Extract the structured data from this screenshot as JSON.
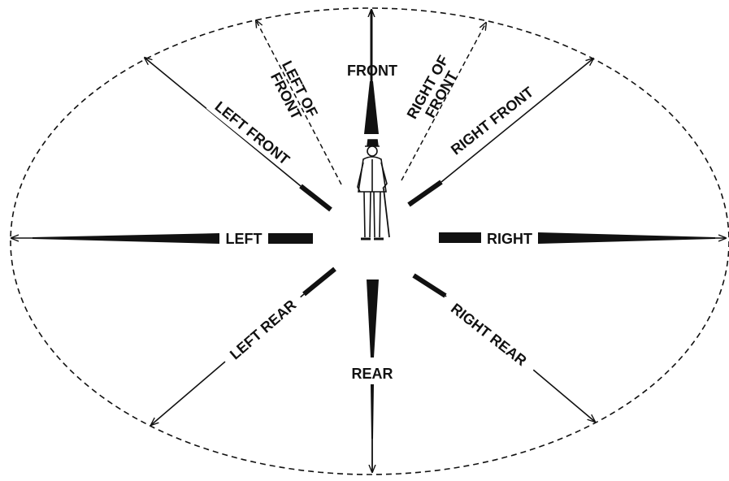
{
  "diagram": {
    "colors": {
      "ink": "#111111",
      "background": "#ffffff"
    },
    "center_figure": {
      "icon": "standing-man-with-cane-icon"
    },
    "directions": [
      {
        "id": "front",
        "label": "FRONT",
        "line": "solid"
      },
      {
        "id": "right-of-front",
        "label_lines": [
          "RIGHT OF",
          "FRONT"
        ],
        "line": "dashed"
      },
      {
        "id": "right-front",
        "label": "RIGHT FRONT",
        "line": "solid"
      },
      {
        "id": "right",
        "label": "RIGHT",
        "line": "solid"
      },
      {
        "id": "right-rear",
        "label": "RIGHT REAR",
        "line": "solid"
      },
      {
        "id": "rear",
        "label": "REAR",
        "line": "solid"
      },
      {
        "id": "left-rear",
        "label": "LEFT REAR",
        "line": "solid"
      },
      {
        "id": "left",
        "label": "LEFT",
        "line": "solid"
      },
      {
        "id": "left-front",
        "label": "LEFT FRONT",
        "line": "solid"
      },
      {
        "id": "left-of-front",
        "label_lines": [
          "LEFT OF",
          "FRONT"
        ],
        "line": "dashed"
      }
    ]
  }
}
